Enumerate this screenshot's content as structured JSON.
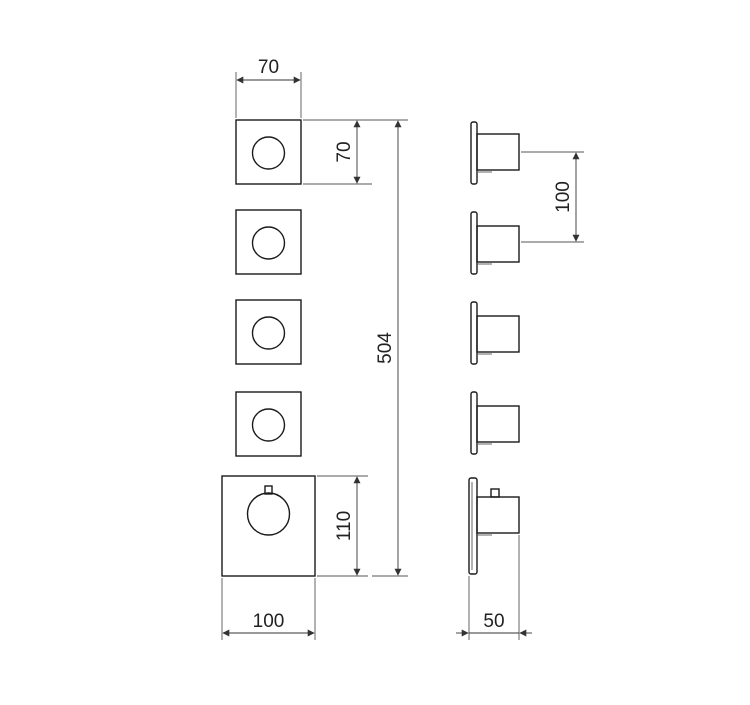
{
  "dimensions": {
    "small_plate_width": "70",
    "small_plate_height": "70",
    "total_height": "504",
    "large_plate_height": "110",
    "large_plate_width": "100",
    "side_spacing": "100",
    "side_depth": "50"
  },
  "colors": {
    "line": "#1a1a1a",
    "dimension": "#333333",
    "background": "#ffffff"
  }
}
